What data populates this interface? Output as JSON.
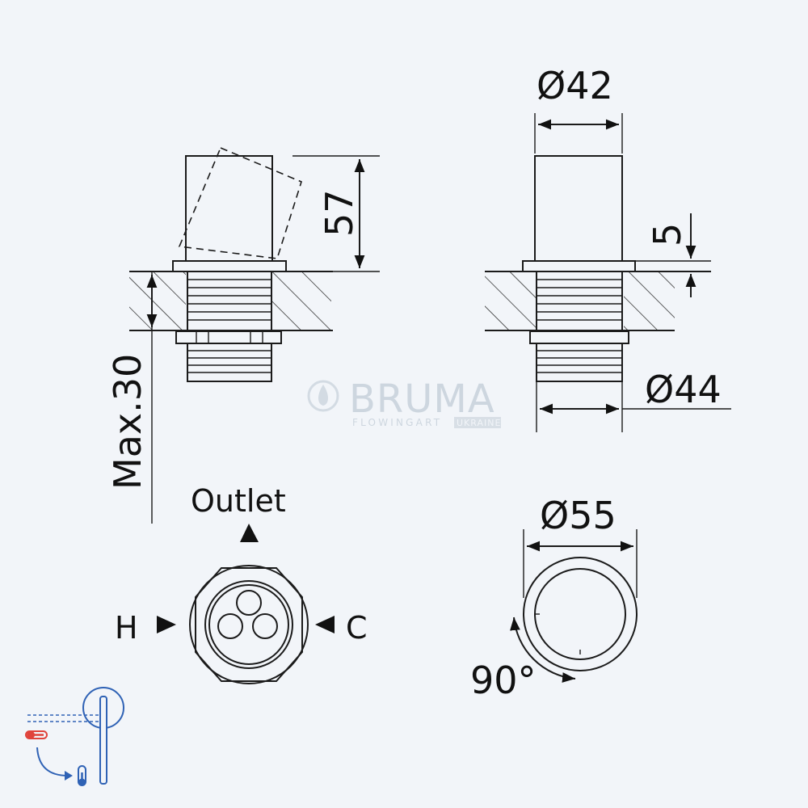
{
  "dimensions": {
    "height_57": "57",
    "max_30": "Max.30",
    "dia_42": "Ø42",
    "offset_5": "5",
    "dia_44": "Ø44",
    "dia_55": "Ø55",
    "rotation": "90°"
  },
  "ports": {
    "outlet": "Outlet",
    "hot": "H",
    "cold": "C"
  },
  "watermark": {
    "brand": "BRUMA",
    "tagline": "FLOWINGART",
    "badge": "UKRAINE"
  },
  "colors": {
    "background": "#f2f5f9",
    "line": "#1b1b1b",
    "hot_icon": "#e0433b",
    "cold_icon": "#2f62b5",
    "watermark": "#cdd6df"
  }
}
